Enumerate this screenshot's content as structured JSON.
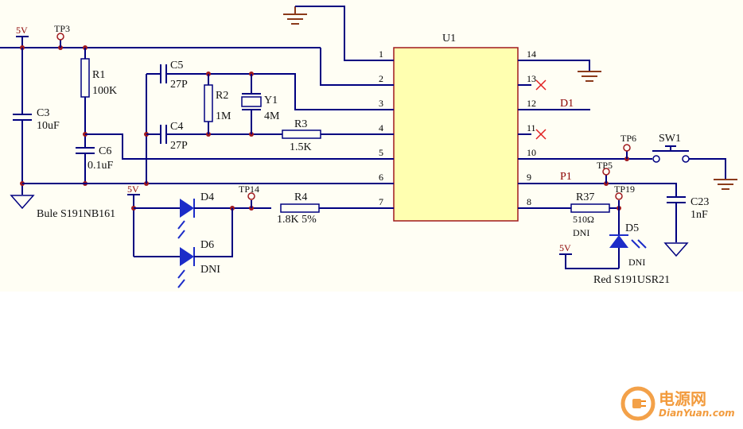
{
  "ic": {
    "ref": "U1",
    "pins": [
      "1",
      "2",
      "3",
      "4",
      "5",
      "6",
      "7",
      "8",
      "9",
      "10",
      "11",
      "12",
      "13",
      "14"
    ]
  },
  "power": {
    "vcc_label": "5V"
  },
  "test_points": {
    "tp3": "TP3",
    "tp14": "TP14",
    "tp19": "TP19",
    "tp5": "TP5",
    "tp6": "TP6"
  },
  "components": {
    "r1": {
      "ref": "R1",
      "value": "100K"
    },
    "r2": {
      "ref": "R2",
      "value": "1M"
    },
    "r3": {
      "ref": "R3",
      "value": "1.5K"
    },
    "r4": {
      "ref": "R4",
      "value": "1.8K 5%"
    },
    "r37": {
      "ref": "R37",
      "value": "510Ω",
      "note": "DNI"
    },
    "c3": {
      "ref": "C3",
      "value": "10uF"
    },
    "c4": {
      "ref": "C4",
      "value": "27P"
    },
    "c5": {
      "ref": "C5",
      "value": "27P"
    },
    "c6": {
      "ref": "C6",
      "value": "0.1uF"
    },
    "c23": {
      "ref": "C23",
      "value": "1nF"
    },
    "y1": {
      "ref": "Y1",
      "value": "4M"
    },
    "d4": {
      "ref": "D4"
    },
    "d5": {
      "ref": "D5",
      "note": "DNI",
      "part": "Red S191USR21"
    },
    "d6": {
      "ref": "D6",
      "note": "DNI"
    },
    "sw1": {
      "ref": "SW1"
    }
  },
  "nets": {
    "d1": "D1",
    "p1": "P1"
  },
  "notes": {
    "blue_led": "Bule S191NB161"
  },
  "watermark": {
    "cn": "电源网",
    "url": "DianYuan.com"
  },
  "colors": {
    "wire": "#000080",
    "ic_fill": "#ffffb0",
    "ic_stroke": "#a0191e",
    "pin_mark": "#a0191e",
    "led": "#1c2cc8",
    "label_red": "#8b0000",
    "background": "#fffef4",
    "watermark": "#f08a1c"
  }
}
